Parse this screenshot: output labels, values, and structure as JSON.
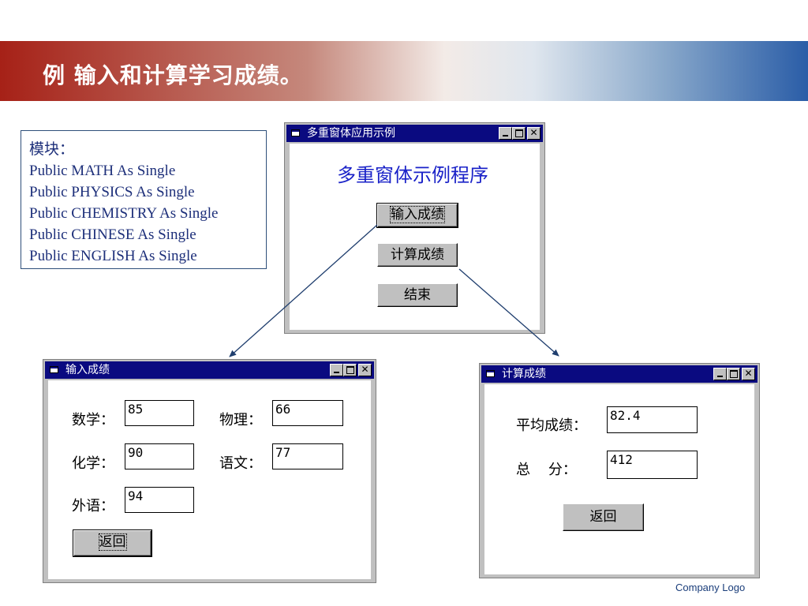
{
  "slide": {
    "title": "例  输入和计算学习成绩。",
    "footer_logo": "Company Logo"
  },
  "module": {
    "heading": "模块：",
    "lines": [
      "Public MATH As Single",
      "Public PHYSICS As Single",
      "Public CHEMISTRY As Single",
      "Public CHINESE As Single",
      "Public ENGLISH As Single"
    ]
  },
  "main_window": {
    "title": "多重窗体应用示例",
    "heading": "多重窗体示例程序",
    "btn_input": "输入成绩",
    "btn_calc": "计算成绩",
    "btn_end": "结束"
  },
  "input_window": {
    "title": "输入成绩",
    "math_label": "数学：",
    "math_value": "85",
    "physics_label": "物理：",
    "physics_value": "66",
    "chemistry_label": "化学：",
    "chemistry_value": "90",
    "chinese_label": "语文：",
    "chinese_value": "77",
    "english_label": "外语：",
    "english_value": "94",
    "back_button": "返回"
  },
  "calc_window": {
    "title": "计算成绩",
    "avg_label": "平均成绩：",
    "avg_value": "82.4",
    "total_label": "总    分：",
    "total_value": "412",
    "back_button": "返回"
  },
  "colors": {
    "caption": "#0a0a80",
    "arrow": "#1f3e6e",
    "accent_red": "#a62117",
    "accent_blue": "#2a5da7"
  }
}
